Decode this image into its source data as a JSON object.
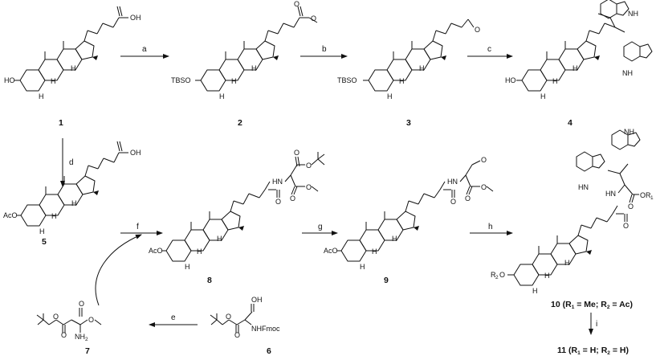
{
  "compounds": {
    "c1": {
      "number": "1",
      "groups": {
        "acid": "OH",
        "oxy": "HO"
      }
    },
    "c2": {
      "number": "2",
      "groups": {
        "ester": "O",
        "carbonyl": "O",
        "oxy": "TBSO"
      }
    },
    "c3": {
      "number": "3",
      "groups": {
        "aldehyde": "O",
        "oxy": "TBSO"
      }
    },
    "c4": {
      "number": "4",
      "groups": {
        "nh_top": "NH",
        "nh_bottom": "NH",
        "oxy": "HO"
      }
    },
    "c5": {
      "number": "5",
      "groups": {
        "acid": "OH",
        "oxy": "AcO"
      }
    },
    "c6": {
      "number": "6",
      "groups": {
        "acid": "OH",
        "carbonyl": "O",
        "ester": "O",
        "nh": "NHFmoc"
      }
    },
    "c7": {
      "number": "7",
      "groups": {
        "amine": "NH",
        "amine_sub": "2",
        "carbonyl": "O",
        "ester": "O",
        "ester2": "O"
      }
    },
    "c8": {
      "number": "8",
      "groups": {
        "amide_nh": "HN",
        "ester": "O",
        "amide_o": "O",
        "oxy": "AcO",
        "ester_o": "O"
      }
    },
    "c9": {
      "number": "9",
      "groups": {
        "amide_nh": "HN",
        "aldehyde": "O",
        "amide_o": "O",
        "ester_o": "O",
        "oxy": "AcO"
      }
    },
    "c10": {
      "number": "10",
      "label": "(R",
      "r1": "1",
      "r1_val": " = Me; R",
      "r2": "2",
      "r2_val": " = Ac)",
      "groups": {
        "nh_top": "NH",
        "hn_ind": "HN",
        "amide_nh": "HN",
        "or": "OR",
        "or_sub": "1",
        "oxy": "R",
        "oxy_sub": "2",
        "oxy_tail": "O",
        "amide_o": "O"
      }
    },
    "c11": {
      "number": "11",
      "label": "(R",
      "r1": "1",
      "r1_val": " = H; R",
      "r2": "2",
      "r2_val": " = H)"
    }
  },
  "stereo_h": "H",
  "reactions": {
    "a": "a",
    "b": "b",
    "c": "c",
    "d": "d",
    "e": "e",
    "f": "f",
    "g": "g",
    "h": "h",
    "i": "i"
  }
}
